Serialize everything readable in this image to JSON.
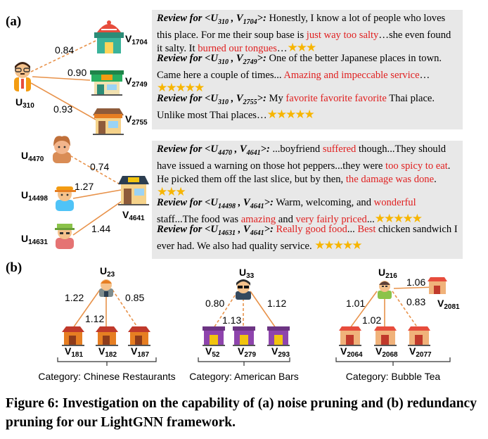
{
  "panel_a": {
    "label": "(a)",
    "group1": {
      "user": "U",
      "user_sub": "310",
      "items": [
        {
          "v": "V",
          "sub": "1704",
          "weight": "0.84"
        },
        {
          "v": "V",
          "sub": "2749",
          "weight": "0.90"
        },
        {
          "v": "V",
          "sub": "2755",
          "weight": "0.93"
        }
      ],
      "reviews": [
        {
          "head_prefix": "Review for <",
          "u": "U",
          "u_sub": "310",
          "v": "V",
          "v_sub": "1704",
          "head_suffix": ">:",
          "segments": [
            {
              "t": " Honestly, I know a lot of people who loves this place. For me their soup base is ",
              "red": false
            },
            {
              "t": "just way too salty",
              "red": true
            },
            {
              "t": "…she even found it salty. It ",
              "red": false
            },
            {
              "t": "burned our tongues",
              "red": true
            },
            {
              "t": "…",
              "red": false
            }
          ],
          "stars": "★★★"
        },
        {
          "head_prefix": "Review for <",
          "u": "U",
          "u_sub": "310",
          "v": "V",
          "v_sub": "2749",
          "head_suffix": ">:",
          "segments": [
            {
              "t": " One of the better Japanese places in town. Came here a couple of times... ",
              "red": false
            },
            {
              "t": "Amazing and impeccable service",
              "red": true
            },
            {
              "t": "…",
              "red": false
            }
          ],
          "stars": "★★★★★"
        },
        {
          "head_prefix": "Review for <",
          "u": "U",
          "u_sub": "310",
          "v": "V",
          "v_sub": "2755",
          "head_suffix": ">:",
          "segments": [
            {
              "t": " My ",
              "red": false
            },
            {
              "t": "favorite favorite favorite",
              "red": true
            },
            {
              "t": " Thai place. Unlike most Thai places…",
              "red": false
            }
          ],
          "stars": "★★★★★"
        }
      ]
    },
    "group2": {
      "item": "V",
      "item_sub": "4641",
      "users": [
        {
          "u": "U",
          "sub": "4470",
          "weight": "0.74"
        },
        {
          "u": "U",
          "sub": "14498",
          "weight": "1.27"
        },
        {
          "u": "U",
          "sub": "14631",
          "weight": "1.44"
        }
      ],
      "reviews": [
        {
          "head_prefix": "Review for <",
          "u": "U",
          "u_sub": "4470",
          "v": "V",
          "v_sub": "4641",
          "head_suffix": ">:",
          "segments": [
            {
              "t": " ...boyfriend ",
              "red": false
            },
            {
              "t": "suffered",
              "red": true
            },
            {
              "t": " though...They should have issued a warning on those hot peppers...they were ",
              "red": false
            },
            {
              "t": "too spicy to eat",
              "red": true
            },
            {
              "t": ".  He picked them off the last slice, but by then, ",
              "red": false
            },
            {
              "t": "the damage was done",
              "red": true
            },
            {
              "t": ". ",
              "red": false
            }
          ],
          "stars": "★★★"
        },
        {
          "head_prefix": "Review for <",
          "u": "U",
          "u_sub": "14498",
          "v": "V",
          "v_sub": "4641",
          "head_suffix": ">:",
          "segments": [
            {
              "t": " Warm, welcoming, and ",
              "red": false
            },
            {
              "t": "wonderful",
              "red": true
            },
            {
              "t": " staff...The food  was ",
              "red": false
            },
            {
              "t": "amazing",
              "red": true
            },
            {
              "t": " and ",
              "red": false
            },
            {
              "t": "very fairly priced",
              "red": true
            },
            {
              "t": "...",
              "red": false
            }
          ],
          "stars": "★★★★★"
        },
        {
          "head_prefix": "Review for <",
          "u": "U",
          "u_sub": "14631",
          "v": "V",
          "v_sub": "4641",
          "head_suffix": ">:",
          "segments": [
            {
              "t": " ",
              "red": false
            },
            {
              "t": "Really good food",
              "red": true
            },
            {
              "t": "...  ",
              "red": false
            },
            {
              "t": "Best",
              "red": true
            },
            {
              "t": " chicken sandwich I ever had. We also had quality service. ",
              "red": false
            }
          ],
          "stars": "★★★★★"
        }
      ]
    }
  },
  "panel_b": {
    "label": "(b)",
    "groups": [
      {
        "user": "U",
        "user_sub": "23",
        "weights": [
          "1.22",
          "1.12",
          "0.85"
        ],
        "items": [
          {
            "v": "V",
            "sub": "181"
          },
          {
            "v": "V",
            "sub": "182"
          },
          {
            "v": "V",
            "sub": "187"
          }
        ],
        "category": "Category: Chinese Restaurants"
      },
      {
        "user": "U",
        "user_sub": "33",
        "weights": [
          "0.80",
          "1.13",
          "1.12"
        ],
        "items": [
          {
            "v": "V",
            "sub": "52"
          },
          {
            "v": "V",
            "sub": "279"
          },
          {
            "v": "V",
            "sub": "293"
          }
        ],
        "category": "Category: American Bars"
      },
      {
        "user": "U",
        "user_sub": "216",
        "weights": [
          "1.01",
          "1.02",
          "0.83",
          "1.06"
        ],
        "items": [
          {
            "v": "V",
            "sub": "2064"
          },
          {
            "v": "V",
            "sub": "2068"
          },
          {
            "v": "V",
            "sub": "2077"
          },
          {
            "v": "V",
            "sub": "2081"
          }
        ],
        "category": "Category: Bubble Tea"
      }
    ]
  },
  "caption": "Figure 6: Investigation on the capability of (a) noise pruning and (b) redundancy pruning for our LightGNN framework.",
  "colors": {
    "edge": "#e8924a",
    "highlight": "#e02020",
    "stars": "#f7b500",
    "review_bg": "#e8e8e8"
  }
}
